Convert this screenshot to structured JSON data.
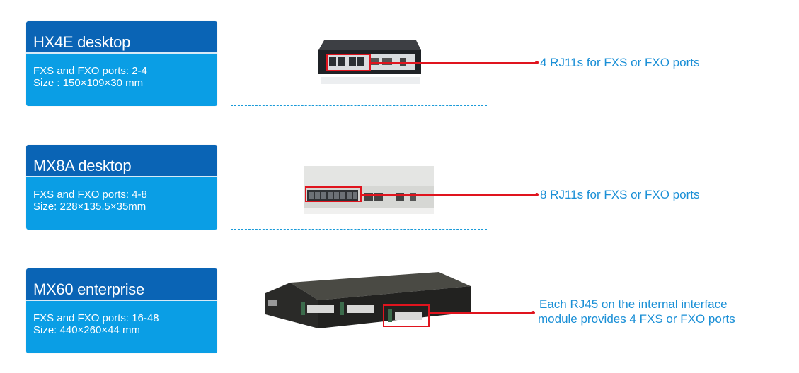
{
  "products": [
    {
      "name": "HX4E desktop",
      "ports": "FXS and FXO ports: 2-4",
      "size": "Size : 150×109×30 mm",
      "callout": "4 RJ11s for FXS or FXO ports",
      "device_color": "dark"
    },
    {
      "name": "MX8A desktop",
      "ports": "FXS and FXO ports: 4-8",
      "size": "Size:  228×135.5×35mm",
      "callout": "8 RJ11s for FXS or FXO ports",
      "device_color": "light"
    },
    {
      "name": "MX60 enterprise",
      "ports": "FXS and FXO ports: 16-48",
      "size": "Size: 440×260×44 mm",
      "callout_line1": "Each RJ45 on the internal interface",
      "callout_line2": "module provides 4 FXS or FXO ports",
      "device_color": "dark"
    }
  ],
  "colors": {
    "header_blue": "#0a64b5",
    "body_blue": "#0a9ee5",
    "highlight_red": "#e0141e",
    "callout_text": "#1a8fd6"
  }
}
